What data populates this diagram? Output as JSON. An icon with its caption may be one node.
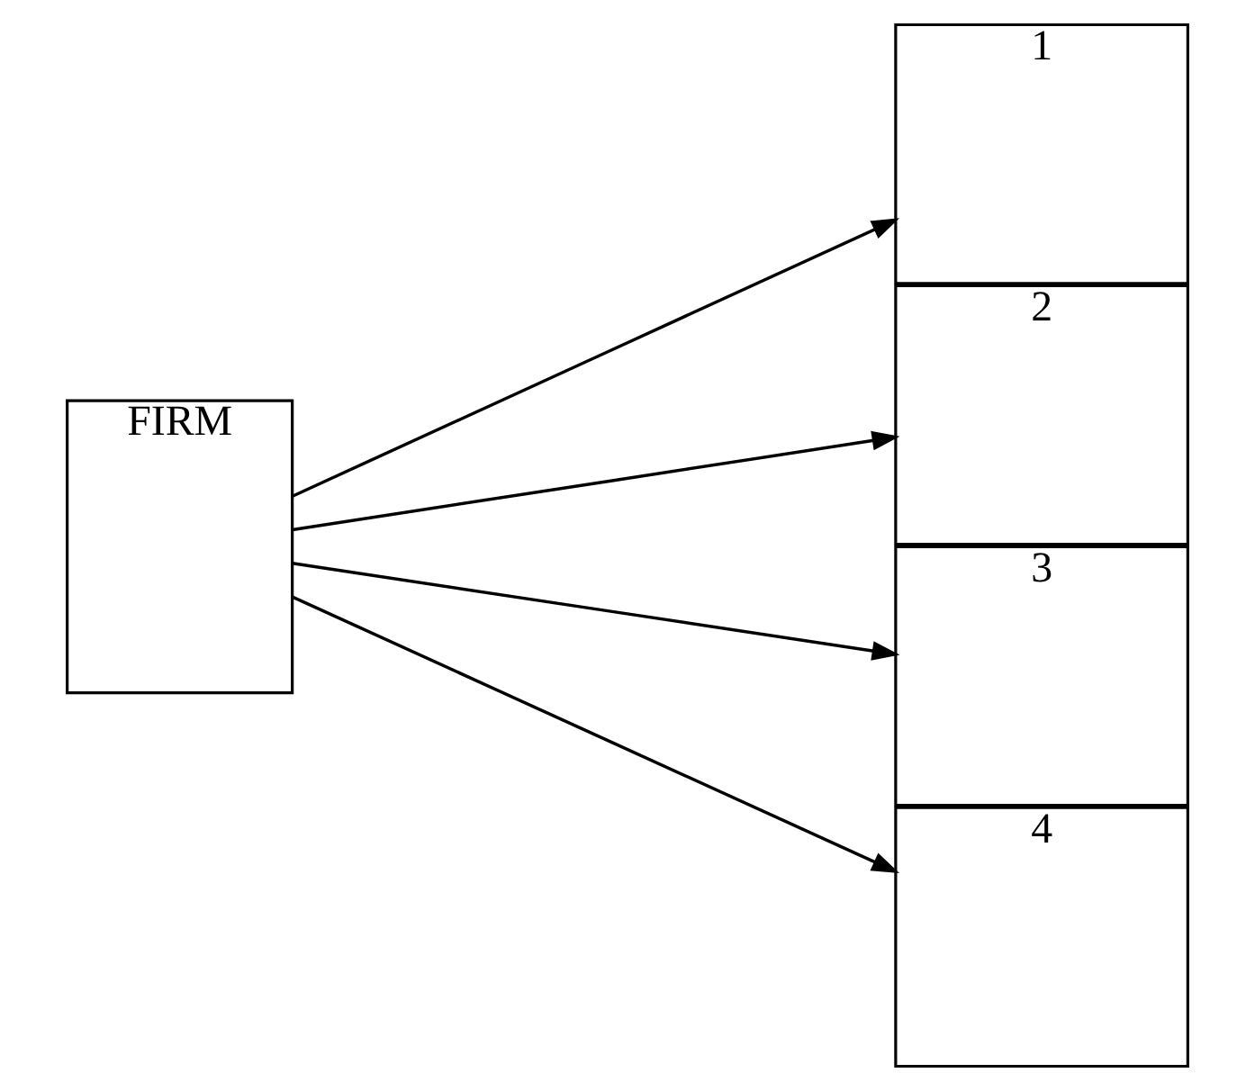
{
  "diagram": {
    "nodes": [
      {
        "text": [
          "FIRM"
        ]
      },
      {
        "text": [
          "1"
        ]
      },
      {
        "text": [
          "2"
        ]
      },
      {
        "text": [
          "3"
        ]
      },
      {
        "text": [
          "4"
        ]
      }
    ],
    "edges": [
      {
        "from": 0,
        "to": 1,
        "arrow": "to"
      },
      {
        "from": 0,
        "to": 2,
        "arrow": "to"
      },
      {
        "from": 0,
        "to": 3,
        "arrow": "to"
      },
      {
        "from": 0,
        "to": 4,
        "arrow": "to"
      }
    ]
  }
}
